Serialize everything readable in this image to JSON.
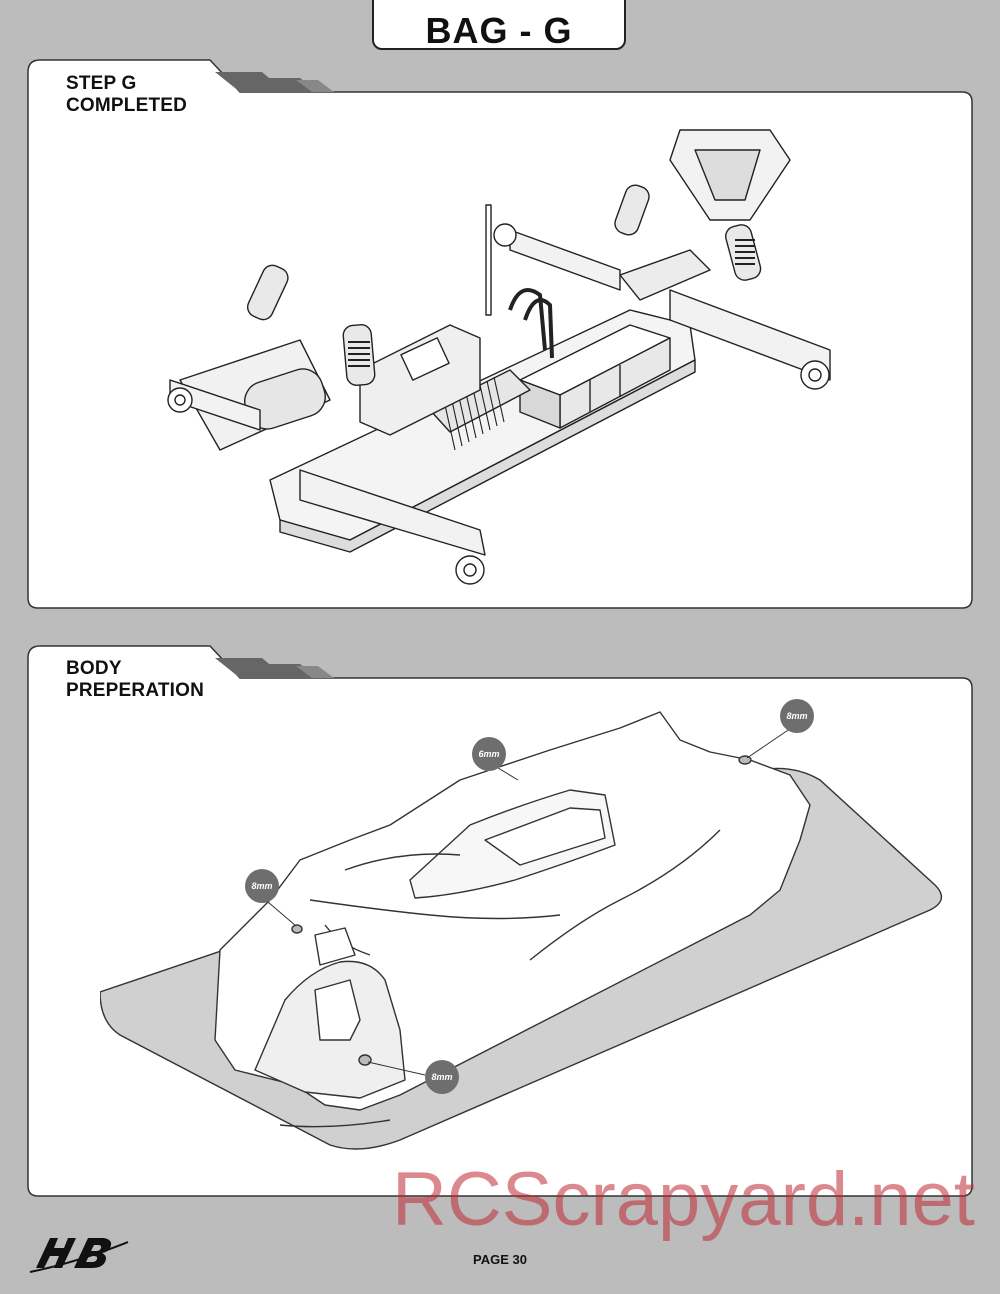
{
  "header": {
    "title": "BAG - G"
  },
  "sections": {
    "completed": {
      "line1": "STEP G",
      "line2": "COMPLETED"
    },
    "body": {
      "line1": "BODY",
      "line2": "PREPERATION"
    }
  },
  "callouts": {
    "rear_top": "8mm",
    "center_top": "6mm",
    "front_top": "8mm",
    "front_side": "8mm"
  },
  "footer": {
    "page": "PAGE 30"
  },
  "watermark": "RCScrapyard.net"
}
